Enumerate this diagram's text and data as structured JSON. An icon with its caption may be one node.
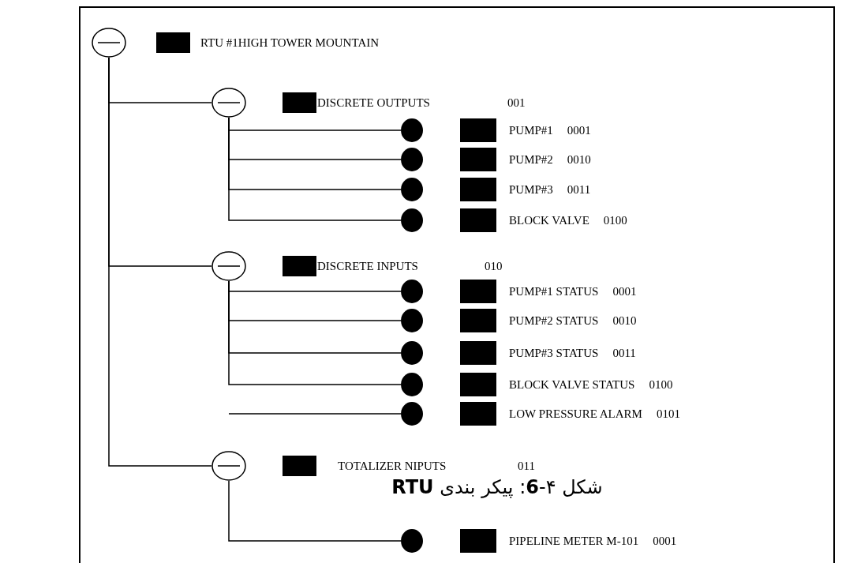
{
  "diagram": {
    "caption": "شکل ۴-**6**: پیکر بندی **RTU**",
    "nodes": [
      {
        "text": [],
        "shape": "circle"
      },
      {
        "text": [],
        "shape": "circle"
      },
      {
        "text": [],
        "shape": "dot",
        "beside": [
          "PUMP#1",
          "0001"
        ]
      },
      {
        "text": [],
        "shape": "dot",
        "beside": [
          "PUMP#2",
          "0010"
        ]
      },
      {
        "text": [],
        "shape": "dot",
        "beside": [
          "PUMP#3",
          "0011"
        ]
      },
      {
        "text": [],
        "shape": "dot",
        "beside": [
          "BLOCK VALVE",
          "0100"
        ]
      },
      {
        "text": [],
        "shape": "circle"
      },
      {
        "text": [],
        "shape": "dot",
        "beside": [
          "PUMP#1 STATUS",
          "0001"
        ]
      },
      {
        "text": [],
        "shape": "dot",
        "beside": [
          "PUMP#2 STATUS",
          "0010"
        ]
      },
      {
        "text": [],
        "shape": "dot",
        "beside": [
          "PUMP#3 STATUS",
          "0011"
        ]
      },
      {
        "text": [],
        "shape": "dot",
        "beside": [
          "BLOCK VALVE STATUS",
          "0100"
        ]
      },
      {
        "text": [],
        "shape": "dot",
        "beside": [
          "LOW PRESSURE ALARM",
          "0101"
        ]
      },
      {
        "text": [],
        "shape": "circle"
      },
      {
        "text": [],
        "shape": "dot",
        "beside": [
          "PIPELINE METER M-101",
          "0001"
        ]
      }
    ],
    "edges": [
      {
        "from": 0,
        "to": 1,
        "arrow": "none"
      },
      {
        "from": 0,
        "to": 6,
        "arrow": "none"
      },
      {
        "from": 0,
        "to": 12,
        "arrow": "none"
      },
      {
        "from": 1,
        "to": 2,
        "arrow": "none"
      },
      {
        "from": 1,
        "to": 3,
        "arrow": "none"
      },
      {
        "from": 1,
        "to": 4,
        "arrow": "none"
      },
      {
        "from": 1,
        "to": 5,
        "arrow": "none"
      },
      {
        "from": 6,
        "to": 7,
        "arrow": "none"
      },
      {
        "from": 6,
        "to": 8,
        "arrow": "none"
      },
      {
        "from": 6,
        "to": 9,
        "arrow": "none"
      },
      {
        "from": 6,
        "to": 10,
        "arrow": "none"
      },
      {
        "from": null,
        "to": 11,
        "arrow": "none"
      },
      {
        "from": 12,
        "to": 13,
        "arrow": "none"
      }
    ],
    "labels": [
      "RTU #1HIGH TOWER MOUNTAIN",
      "DISCRETE OUTPUTS",
      "001",
      "DISCRETE INPUTS",
      "010",
      "TOTALIZER NIPUTS",
      "011"
    ]
  }
}
